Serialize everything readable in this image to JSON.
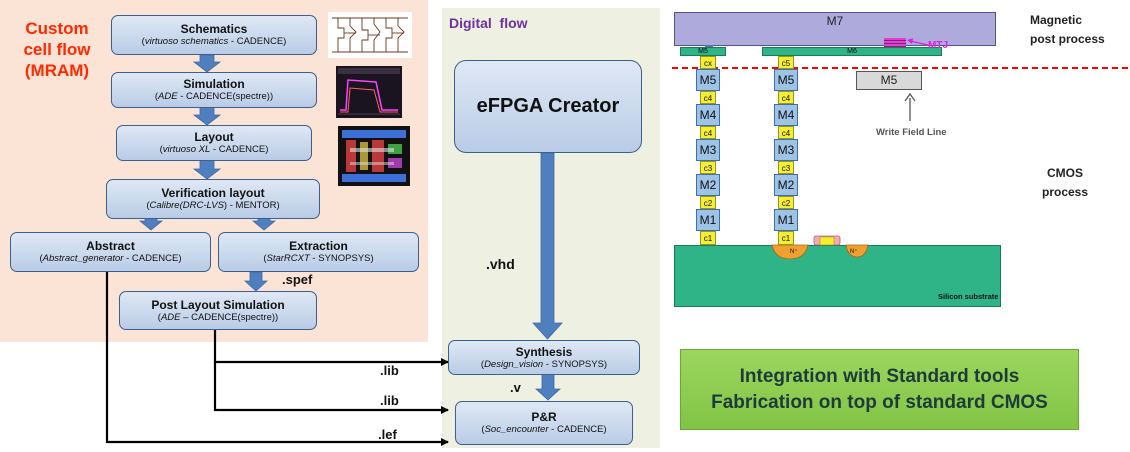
{
  "custom_flow": {
    "title_line1": "Custom",
    "title_line2": "cell flow",
    "title_line3": "(MRAM)",
    "schematics": {
      "title": "Schematics",
      "tool": "virtuoso schematics",
      "vendor": "  - CADENCE)"
    },
    "simulation": {
      "title": "Simulation",
      "tool": "ADE",
      "vendor": "  - CADENCE(spectre))"
    },
    "layout": {
      "title": "Layout",
      "tool": "virtuoso XL",
      "vendor": "  - CADENCE)"
    },
    "verification": {
      "title": "Verification layout",
      "tool": "Calibre(DRC-LVS",
      "vendor": ") - MENTOR)"
    },
    "abstract": {
      "title": "Abstract",
      "tool": "Abstract_generator",
      "vendor": " - CADENCE)"
    },
    "extraction": {
      "title": "Extraction",
      "tool": "StarRCXT",
      "vendor": " - SYNOPSYS)"
    },
    "post_layout": {
      "title": "Post Layout Simulation",
      "tool": "ADE",
      "vendor": " – CADENCE(spectre))"
    },
    "spef_label": ".spef"
  },
  "digital_flow": {
    "title": "Digital  flow",
    "efpga": "eFPGA Creator",
    "vhd_label": ".vhd",
    "synthesis": {
      "title": "Synthesis",
      "tool": "Design_vision",
      "vendor": " - SYNOPSYS)"
    },
    "v_label": ".v",
    "pr": {
      "title": "P&R",
      "tool": "Soc_encounter",
      "vendor": " - CADENCE)"
    }
  },
  "connectors": {
    "lib1": ".lib",
    "lib2": ".lib",
    "lef": ".lef"
  },
  "cross_section": {
    "m7": "M7",
    "m6": "M6",
    "m5_small": "M5",
    "mtj": "MTJ",
    "left_column": {
      "cx": "cx",
      "m5": "M5",
      "c4a": "c4",
      "m4": "M4",
      "c4b": "c4",
      "m3": "M3",
      "c3": "c3",
      "m2": "M2",
      "c2": "c2",
      "m1": "M1",
      "c1": "c1"
    },
    "right_column": {
      "c5": "c5",
      "m5": "M5",
      "c4a": "c4",
      "m4": "M4",
      "c4b": "c4",
      "m3": "M3",
      "c3": "c3",
      "m2": "M2",
      "c2": "c2",
      "m1": "M1",
      "c1": "c1"
    },
    "m5_write": "M5",
    "write_field_line": "Write Field Line",
    "magnetic_label_1": "Magnetic",
    "magnetic_label_2": "post process",
    "cmos_label_1": "CMOS",
    "cmos_label_2": "process",
    "n_plus_left": "N⁺",
    "n_plus_right": "N⁺",
    "substrate": "Silicon substrate"
  },
  "banner": {
    "line1": "Integration with Standard tools",
    "line2": "Fabrication on top of standard CMOS"
  },
  "colors": {
    "custom_bg": "#fbe3d6",
    "digital_bg": "#eef0e2",
    "box_border": "#3d5f8c",
    "arrow_blue": "#4f7fbf",
    "custom_title": "#ff2a00",
    "digital_title": "#7030a0",
    "banner_green": "#8fcf52",
    "substrate": "#2fb487",
    "dashed_red": "#ff0000"
  }
}
